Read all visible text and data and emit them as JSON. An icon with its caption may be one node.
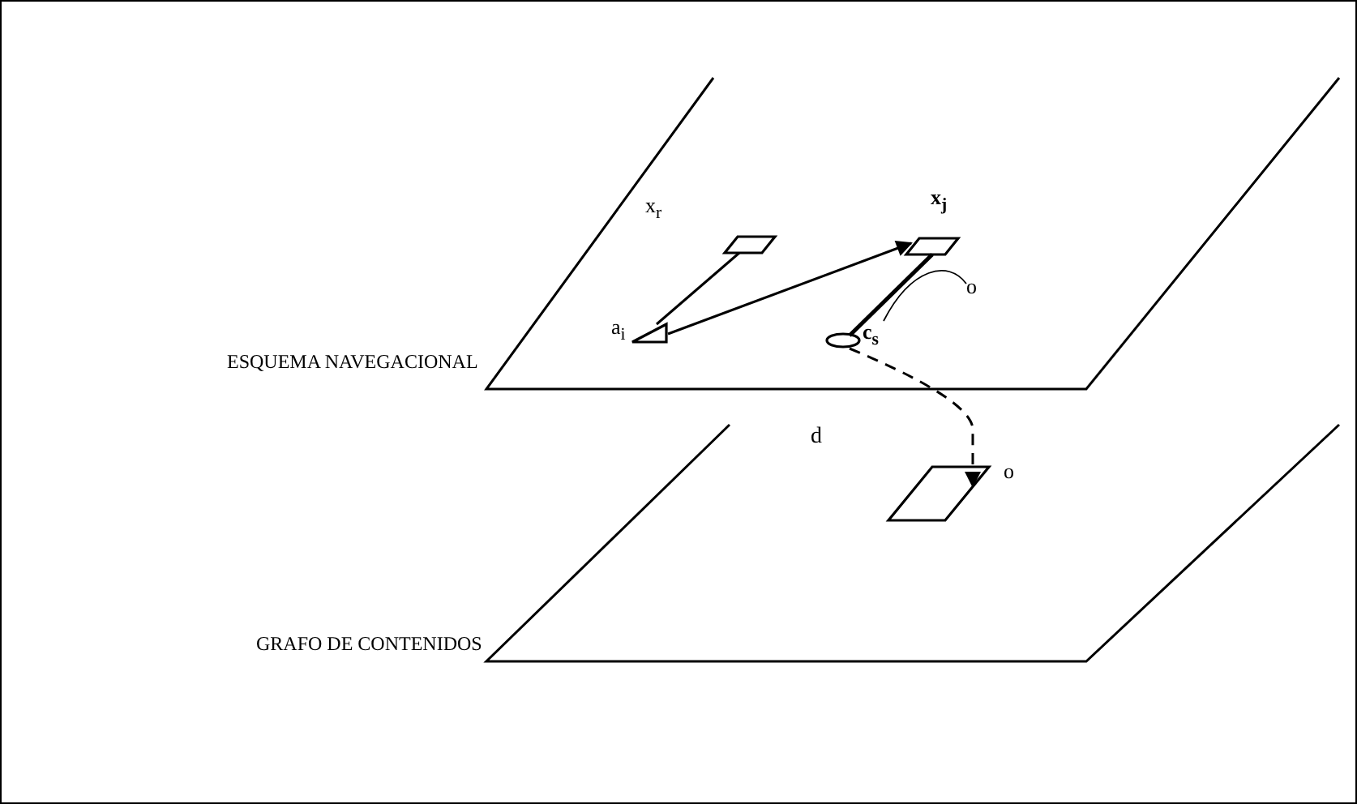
{
  "diagram": {
    "nodes": [
      {
        "text": [
          "ESQUEMA NAVEGACIONAL"
        ]
      },
      {
        "text": [
          "x$_{r}$"
        ],
        "in": 0
      },
      {
        "text": [
          "x$_{j}$"
        ],
        "in": 0
      },
      {
        "text": [
          "a$_{i}$"
        ],
        "in": 0
      },
      {
        "text": [
          "c$_{s}$"
        ],
        "in": 0
      },
      {
        "text": [
          "o"
        ],
        "in": 0
      },
      {
        "text": [
          "GRAFO DE CONTENIDOS"
        ]
      },
      {
        "text": [
          "o"
        ],
        "in": 6
      }
    ],
    "edges": [
      {
        "from": 3,
        "to": 1,
        "arrow": "none"
      },
      {
        "from": 3,
        "to": 2,
        "arrow": "to"
      },
      {
        "from": 4,
        "to": 2,
        "arrow": "none"
      },
      {
        "from": 5,
        "to": 4,
        "arrow": "none"
      },
      {
        "from": 4,
        "to": 7,
        "arrow": "to",
        "style": "dashed",
        "label": "d"
      }
    ]
  }
}
